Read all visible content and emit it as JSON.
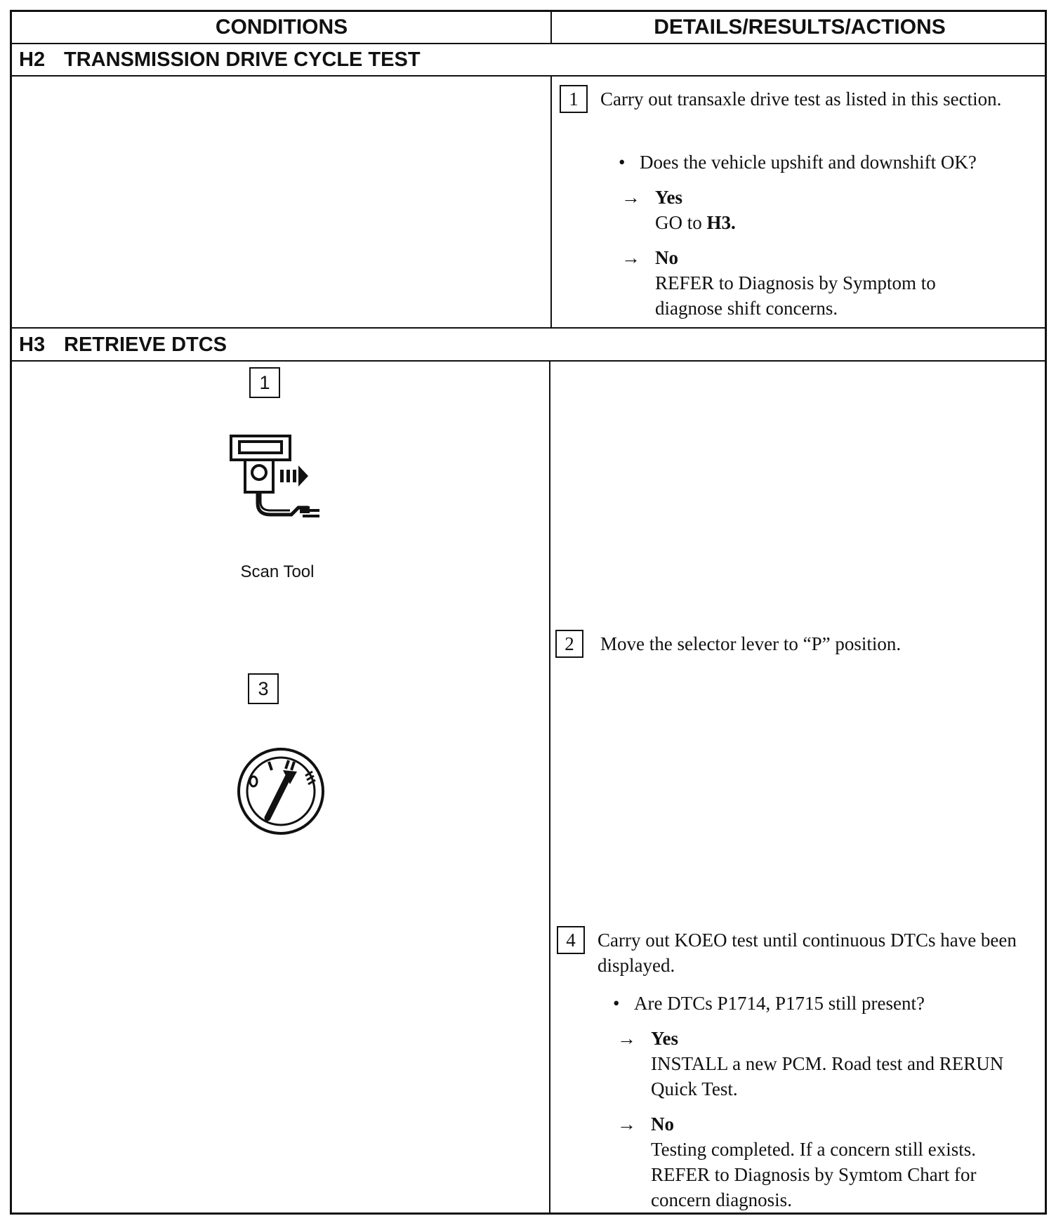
{
  "table": {
    "col_conditions": "CONDITIONS",
    "col_details": "DETAILS/RESULTS/ACTIONS"
  },
  "h2": {
    "number": "H2",
    "title": "TRANSMISSION DRIVE CYCLE TEST",
    "step1": {
      "number": "1",
      "text": "Carry out transaxle drive test as listed in this section.",
      "question": "Does the vehicle upshift and downshift OK?",
      "yes_label": "Yes",
      "yes_text_prefix": "GO to ",
      "yes_text_bold": "H3.",
      "no_label": "No",
      "no_text": "REFER to Diagnosis by Symptom to diagnose shift concerns."
    }
  },
  "h3": {
    "number": "H3",
    "title": "RETRIEVE DTCS",
    "cond_step1": {
      "number": "1",
      "caption": "Scan Tool",
      "icon": "scan-tool-icon"
    },
    "cond_step3": {
      "number": "3",
      "icon": "ignition-key-icon"
    },
    "step2": {
      "number": "2",
      "text": "Move the selector lever to “P” position."
    },
    "step4": {
      "number": "4",
      "text": "Carry out KOEO test until continuous DTCs have been displayed.",
      "question": "Are DTCs P1714, P1715 still present?",
      "yes_label": "Yes",
      "yes_text": "INSTALL a new PCM. Road test and RERUN Quick Test.",
      "no_label": "No",
      "no_text": "Testing completed. If a concern still exists. REFER to Diagnosis by Symtom Chart for concern diagnosis."
    }
  },
  "symbols": {
    "arrow": "→"
  }
}
